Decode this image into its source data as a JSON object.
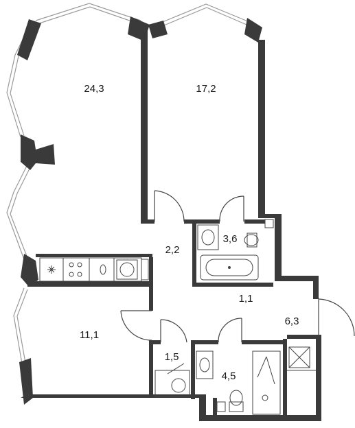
{
  "rooms": [
    {
      "id": "living-room",
      "area": "24,3"
    },
    {
      "id": "bedroom",
      "area": "17,2"
    },
    {
      "id": "hall",
      "area": "2,2"
    },
    {
      "id": "bathroom",
      "area": "3,6"
    },
    {
      "id": "corridor",
      "area": "1,1"
    },
    {
      "id": "entrance-hall",
      "area": "6,3"
    },
    {
      "id": "bedroom-2",
      "area": "11,1"
    },
    {
      "id": "laundry",
      "area": "1,5"
    },
    {
      "id": "shower-room",
      "area": "4,5"
    }
  ],
  "colors": {
    "wall": "#3a3a3a",
    "window": "#9a9a9a",
    "fixture": "#444444",
    "background": "#ffffff"
  }
}
